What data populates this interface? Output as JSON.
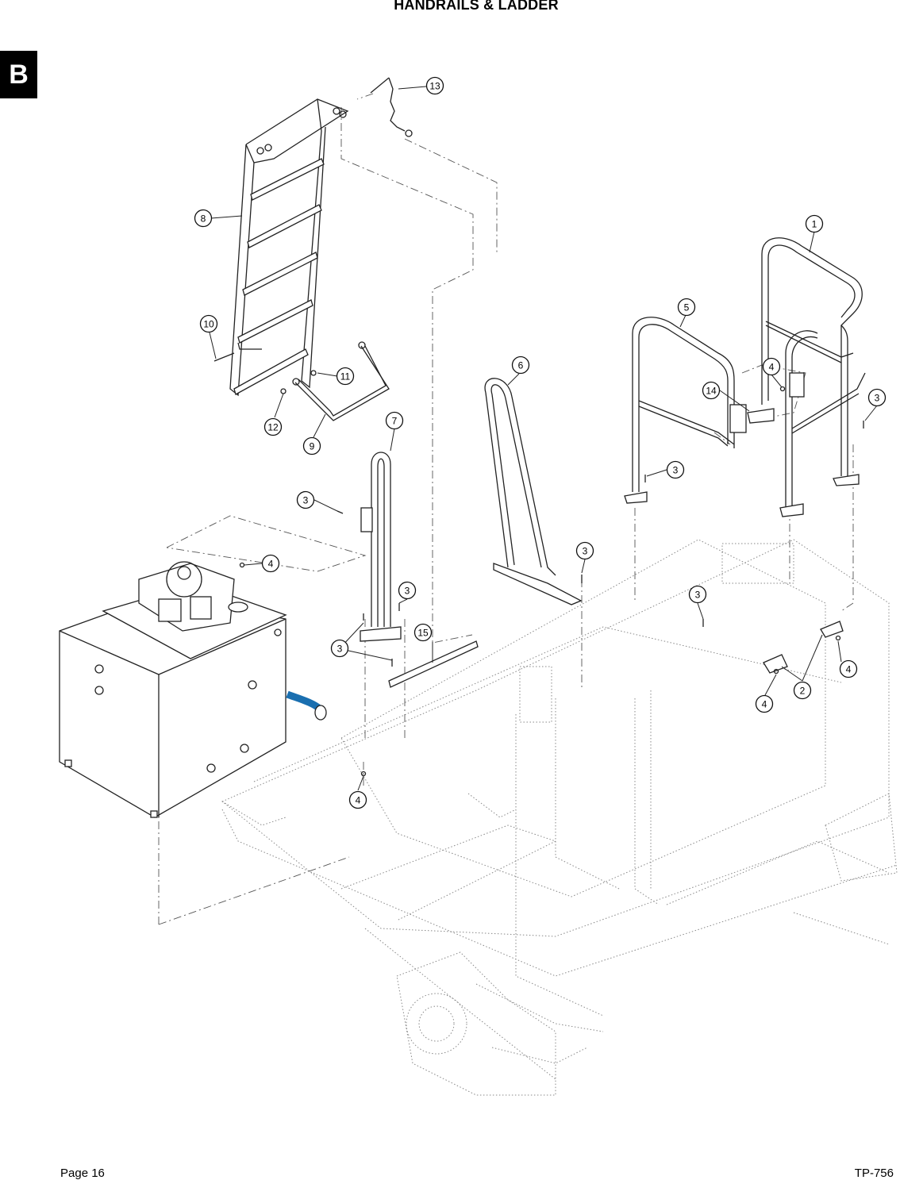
{
  "page": {
    "title": "HANDRAILS & LADDER",
    "section_tab": "B",
    "footer_left": "Page 16",
    "footer_right": "TP-756"
  },
  "callouts": [
    {
      "id": "c13",
      "label": "13"
    },
    {
      "id": "c8",
      "label": "8"
    },
    {
      "id": "c1",
      "label": "1"
    },
    {
      "id": "c5",
      "label": "5"
    },
    {
      "id": "c10",
      "label": "10"
    },
    {
      "id": "c11",
      "label": "11"
    },
    {
      "id": "c6",
      "label": "6"
    },
    {
      "id": "c4a",
      "label": "4"
    },
    {
      "id": "c14",
      "label": "14"
    },
    {
      "id": "c3a",
      "label": "3"
    },
    {
      "id": "c12",
      "label": "12"
    },
    {
      "id": "c9",
      "label": "9"
    },
    {
      "id": "c7",
      "label": "7"
    },
    {
      "id": "c3b",
      "label": "3"
    },
    {
      "id": "c3c",
      "label": "3"
    },
    {
      "id": "c4b",
      "label": "4"
    },
    {
      "id": "c3d",
      "label": "3"
    },
    {
      "id": "c3e",
      "label": "3"
    },
    {
      "id": "c3f",
      "label": "3"
    },
    {
      "id": "c15",
      "label": "15"
    },
    {
      "id": "c3g",
      "label": "3"
    },
    {
      "id": "c4c",
      "label": "4"
    },
    {
      "id": "c2",
      "label": "2"
    },
    {
      "id": "c4d",
      "label": "4"
    },
    {
      "id": "c4e",
      "label": "4"
    }
  ]
}
